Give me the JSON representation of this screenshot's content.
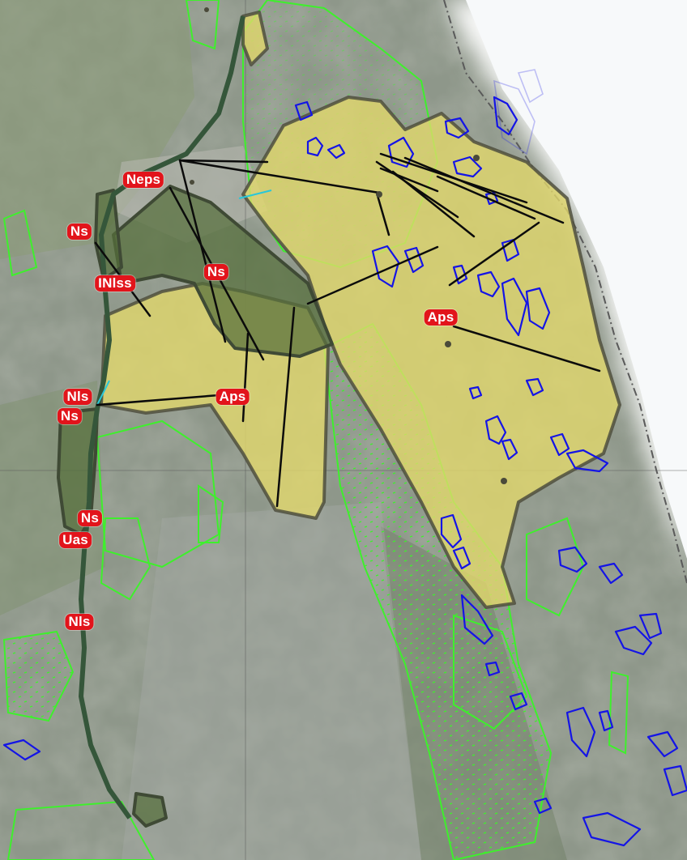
{
  "map": {
    "colors": {
      "ski_area_fill": "#e4da6c",
      "ski_area_outline": "#4f4f3e",
      "natural_zone_fill": "#566f3c",
      "habitat_outline": "#3ef02c",
      "wetland_outline": "#1414e6",
      "lift_line": "#0b0b0b",
      "label_background": "#e2141b",
      "label_text": "#ffffff",
      "snow_outside": "#f7f9fa"
    },
    "labels": [
      {
        "id": "neps-1",
        "text": "Neps"
      },
      {
        "id": "ns-1",
        "text": "Ns"
      },
      {
        "id": "inlss-1",
        "text": "INlss"
      },
      {
        "id": "ns-2",
        "text": "Ns"
      },
      {
        "id": "aps-1",
        "text": "Aps"
      },
      {
        "id": "nls-1",
        "text": "Nls"
      },
      {
        "id": "ns-3",
        "text": "Ns"
      },
      {
        "id": "aps-2",
        "text": "Aps"
      },
      {
        "id": "ns-4",
        "text": "Ns"
      },
      {
        "id": "uas-1",
        "text": "Uas"
      },
      {
        "id": "nls-2",
        "text": "Nls"
      }
    ]
  }
}
